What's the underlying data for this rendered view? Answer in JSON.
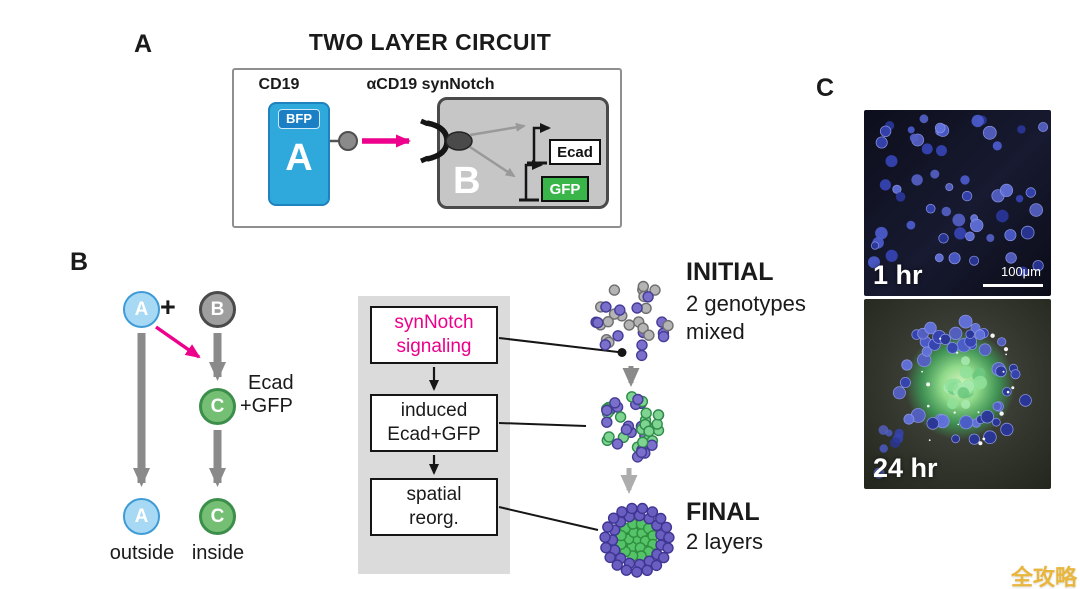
{
  "panelA": {
    "label": "A",
    "title": "TWO LAYER CIRCUIT",
    "cd19": "CD19",
    "synnotch": "αCD19 synNotch",
    "bfp": "BFP",
    "cellA": "A",
    "cellB": "B",
    "ecad": "Ecad",
    "gfp": "GFP"
  },
  "panelB": {
    "label": "B",
    "circleA": "A",
    "plus": "+",
    "circleB": "B",
    "circleC": "C",
    "ecadLine1": "Ecad",
    "ecadLine2": "+GFP",
    "bottomA": "A",
    "bottomC": "C",
    "outsideLabel": "outside",
    "insideLabel": "inside"
  },
  "flowchart": {
    "step1line1": "synNotch",
    "step1line2": "signaling",
    "step2line1": "induced",
    "step2line2": "Ecad+GFP",
    "step3line1": "spatial",
    "step3line2": "reorg."
  },
  "stages": {
    "initialTitle": "INITIAL",
    "initialSub1": "2 genotypes",
    "initialSub2": "mixed",
    "finalTitle": "FINAL",
    "finalSub": "2 layers"
  },
  "panelC": {
    "label": "C",
    "time1": "1 hr",
    "scaleLabel": "100μm",
    "time2": "24 hr"
  },
  "watermark": "全攻略",
  "colors": {
    "magenta": "#EC008C",
    "cellA_blue": "#2FA8DC",
    "gfp_green": "#3AB54A",
    "light_blue": "#A7D9F5",
    "gray_cell": "#B4B4B4",
    "purple_cell": "#7A70CC",
    "green_cell": "#7FD492",
    "final_green": "#55C367",
    "final_purple": "#6A5FC0",
    "micro_blue": "#4C5CCD",
    "watermark_gold": "#E8B63C"
  }
}
